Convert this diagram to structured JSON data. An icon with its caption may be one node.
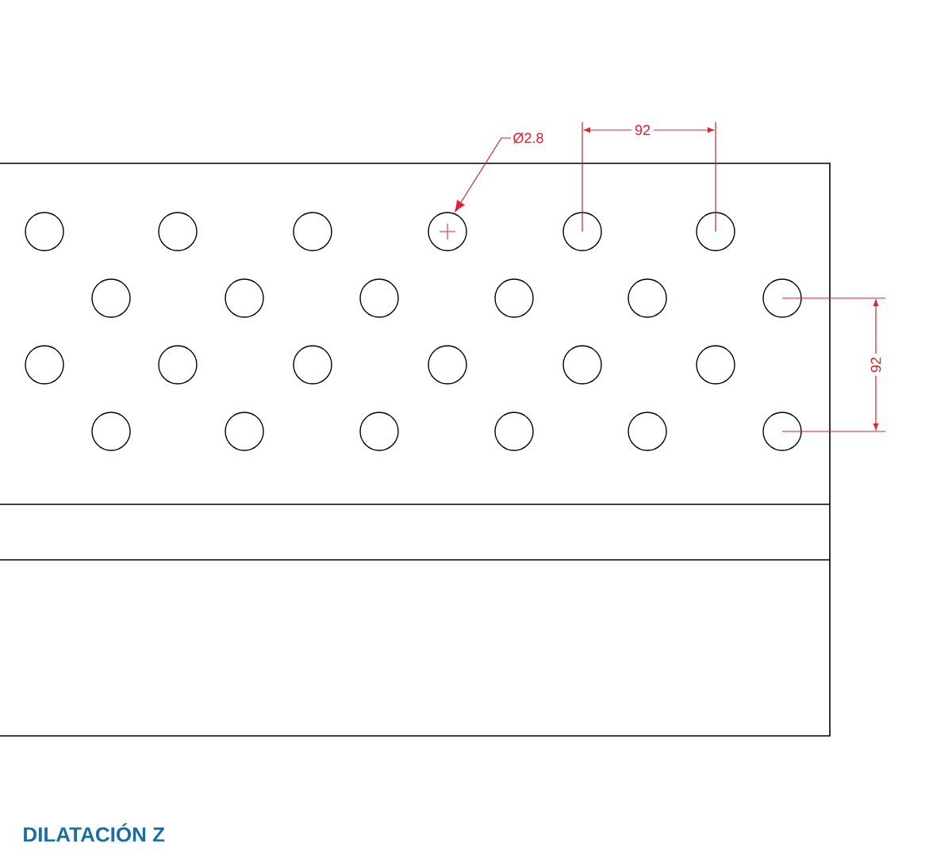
{
  "diagram": {
    "title": "DILATACIÓN Z",
    "nodes": [
      {
        "text": [
          "Ø2.8"
        ]
      },
      {
        "text": [],
        "shape": "circle"
      }
    ],
    "edges": [
      {
        "from": 0,
        "to": 1,
        "arrow": "to",
        "color": "#e0202a"
      }
    ],
    "labels": [
      "92",
      "92"
    ]
  }
}
